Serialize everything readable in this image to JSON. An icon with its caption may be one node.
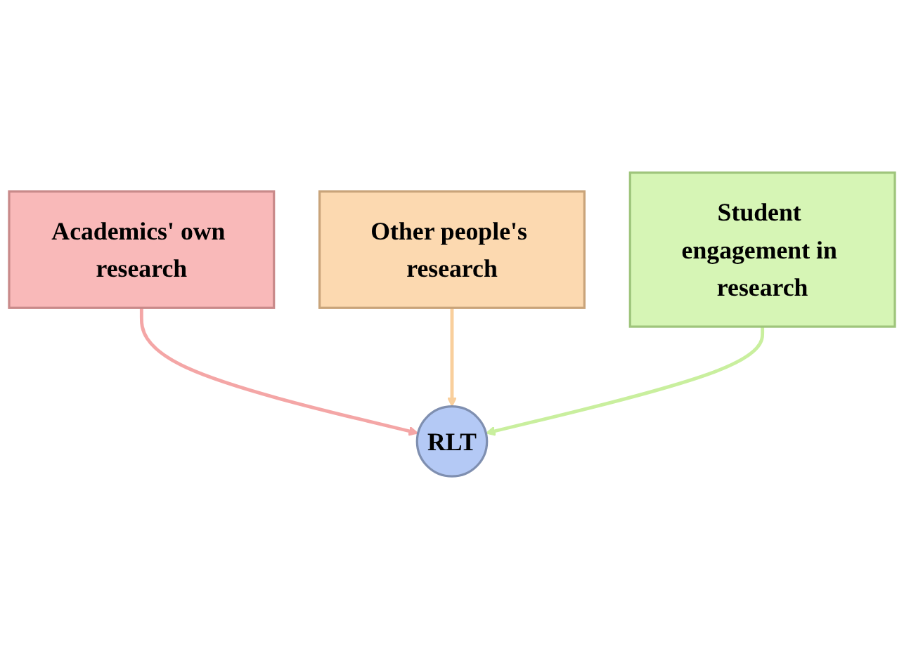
{
  "diagram": {
    "nodes": [
      {
        "text": [
          "Academics' own research"
        ]
      },
      {
        "text": [
          "Other people's research"
        ]
      },
      {
        "text": [
          "Student engagement in research"
        ]
      },
      {
        "text": [
          "RLT"
        ]
      }
    ],
    "edges": [
      {
        "from": 0,
        "to": 3,
        "arrow": "to",
        "color": "#f4a6a6"
      },
      {
        "from": 1,
        "to": 3,
        "arrow": "to",
        "color": "#f9cf9c"
      },
      {
        "from": 2,
        "to": 3,
        "arrow": "to",
        "color": "#c9ef9e"
      }
    ]
  }
}
